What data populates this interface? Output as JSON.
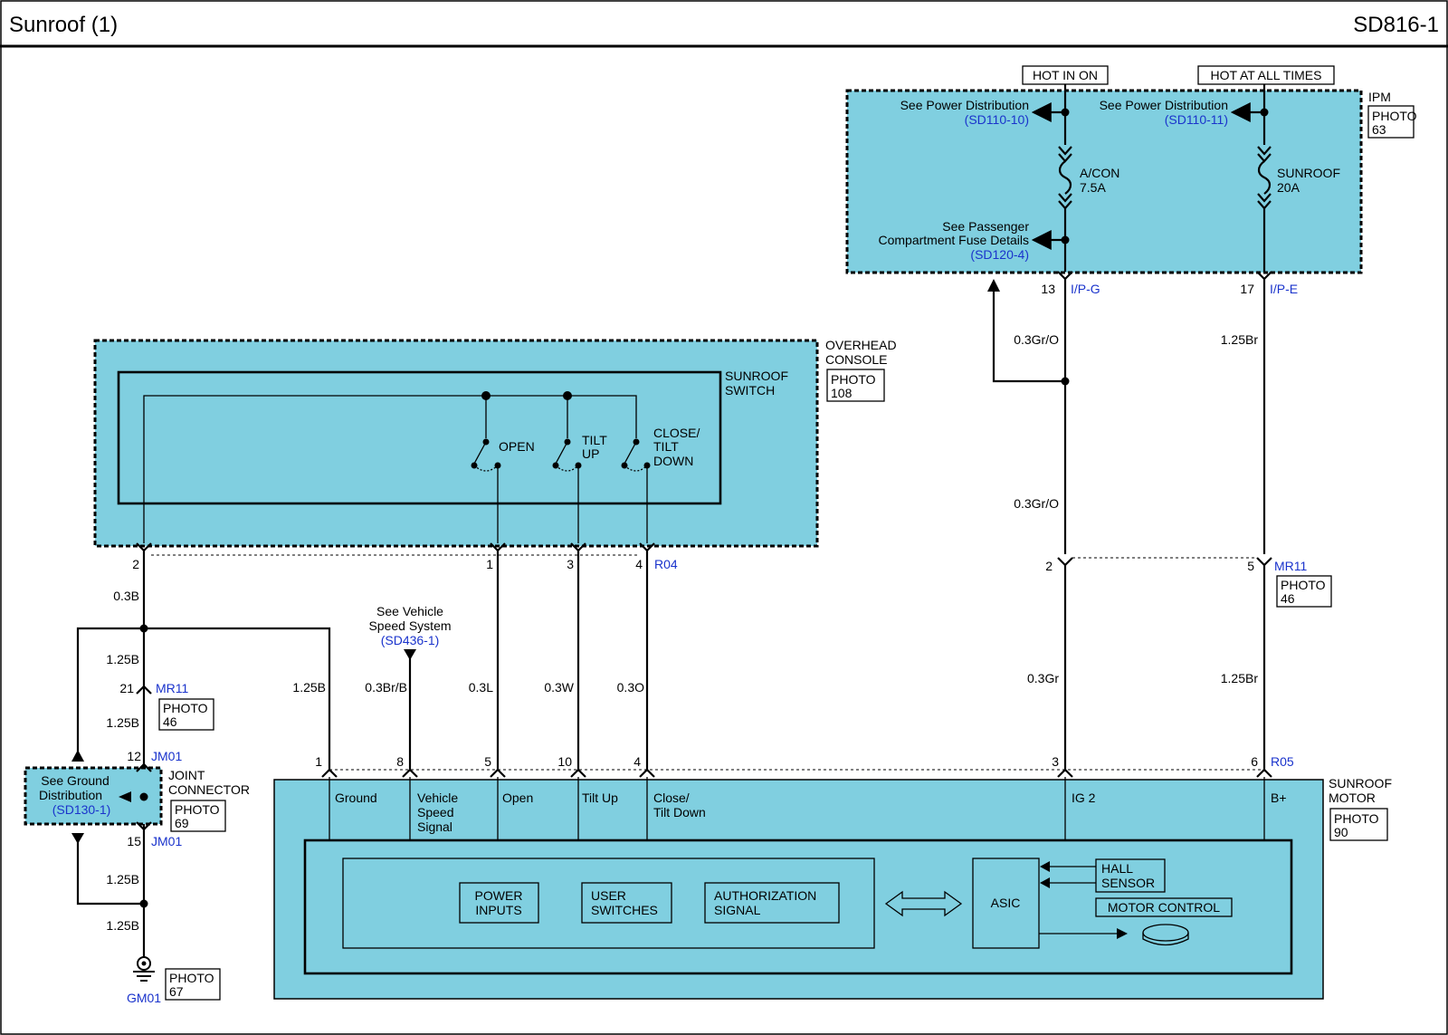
{
  "header": {
    "title": "Sunroof (1)",
    "code": "SD816-1"
  },
  "power": {
    "hot_in_on": "HOT IN ON",
    "hot_at_all_times": "HOT AT ALL TIMES",
    "ipm_label": "IPM",
    "ipm_photo": "PHOTO",
    "ipm_photo_num": "63",
    "see_power_1": "See Power Distribution",
    "see_power_1_ref": "(SD110-10)",
    "see_power_2": "See Power Distribution",
    "see_power_2_ref": "(SD110-11)",
    "fuse_acon_1": "A/CON",
    "fuse_acon_2": "7.5A",
    "fuse_sunroof_1": "SUNROOF",
    "fuse_sunroof_2": "20A",
    "see_passenger_1": "See Passenger",
    "see_passenger_2": "Compartment Fuse Details",
    "see_passenger_ref": "(SD120-4)",
    "pin_13": "13",
    "conn_ipg": "I/P-G",
    "pin_17": "17",
    "conn_ipe": "I/P-E",
    "wire_grO_1": "0.3Gr/O",
    "wire_grO_2": "0.3Gr/O",
    "wire_br_1": "1.25Br",
    "wire_gr": "0.3Gr",
    "wire_br_2": "1.25Br",
    "pin_2_mr": "2",
    "pin_5_mr": "5",
    "conn_mr11_right": "MR11",
    "mr11_photo": "PHOTO",
    "mr11_photo_num": "46"
  },
  "overhead": {
    "label_1": "OVERHEAD",
    "label_2": "CONSOLE",
    "photo": "PHOTO",
    "photo_num": "108",
    "switch_label_1": "SUNROOF",
    "switch_label_2": "SWITCH",
    "sw_open": "OPEN",
    "sw_tilt_1": "TILT",
    "sw_tilt_2": "UP",
    "sw_close_1": "CLOSE/",
    "sw_close_2": "TILT",
    "sw_close_3": "DOWN",
    "pin_2": "2",
    "pin_1": "1",
    "pin_3": "3",
    "pin_4": "4",
    "conn_r04": "R04"
  },
  "left": {
    "wire_03b": "0.3B",
    "wire_125b_1": "1.25B",
    "pin_21": "21",
    "conn_mr11": "MR11",
    "mr11_photo": "PHOTO",
    "mr11_photo_num": "46",
    "wire_125b_2": "1.25B",
    "pin_12": "12",
    "conn_jm01_a": "JM01",
    "joint_1": "JOINT",
    "joint_2": "CONNECTOR",
    "joint_photo": "PHOTO",
    "joint_photo_num": "69",
    "see_ground_1": "See Ground",
    "see_ground_2": "Distribution",
    "see_ground_ref": "(SD130-1)",
    "pin_15": "15",
    "conn_jm01_b": "JM01",
    "wire_125b_3": "1.25B",
    "wire_125b_4": "1.25B",
    "ground": "GM01",
    "ground_photo": "PHOTO",
    "ground_photo_num": "67",
    "wire_125b_motor": "1.25B"
  },
  "speed": {
    "see_1": "See Vehicle",
    "see_2": "Speed System",
    "ref": "(SD436-1)",
    "wire": "0.3Br/B"
  },
  "wires_mid": {
    "open": "0.3L",
    "tilt": "0.3W",
    "close": "0.3O"
  },
  "motor": {
    "label_1": "SUNROOF",
    "label_2": "MOTOR",
    "photo": "PHOTO",
    "photo_num": "90",
    "pin_1": "1",
    "pin_8": "8",
    "pin_5": "5",
    "pin_10": "10",
    "pin_4": "4",
    "pin_3": "3",
    "pin_6": "6",
    "conn_r05": "R05",
    "t_ground": "Ground",
    "t_vss_1": "Vehicle",
    "t_vss_2": "Speed",
    "t_vss_3": "Signal",
    "t_open": "Open",
    "t_tilt": "Tilt Up",
    "t_close_1": "Close/",
    "t_close_2": "Tilt Down",
    "t_ig2": "IG 2",
    "t_bplus": "B+",
    "power_inputs_1": "POWER",
    "power_inputs_2": "INPUTS",
    "user_switches_1": "USER",
    "user_switches_2": "SWITCHES",
    "auth_1": "AUTHORIZATION",
    "auth_2": "SIGNAL",
    "asic": "ASIC",
    "hall_1": "HALL",
    "hall_2": "SENSOR",
    "motor_control": "MOTOR CONTROL"
  }
}
